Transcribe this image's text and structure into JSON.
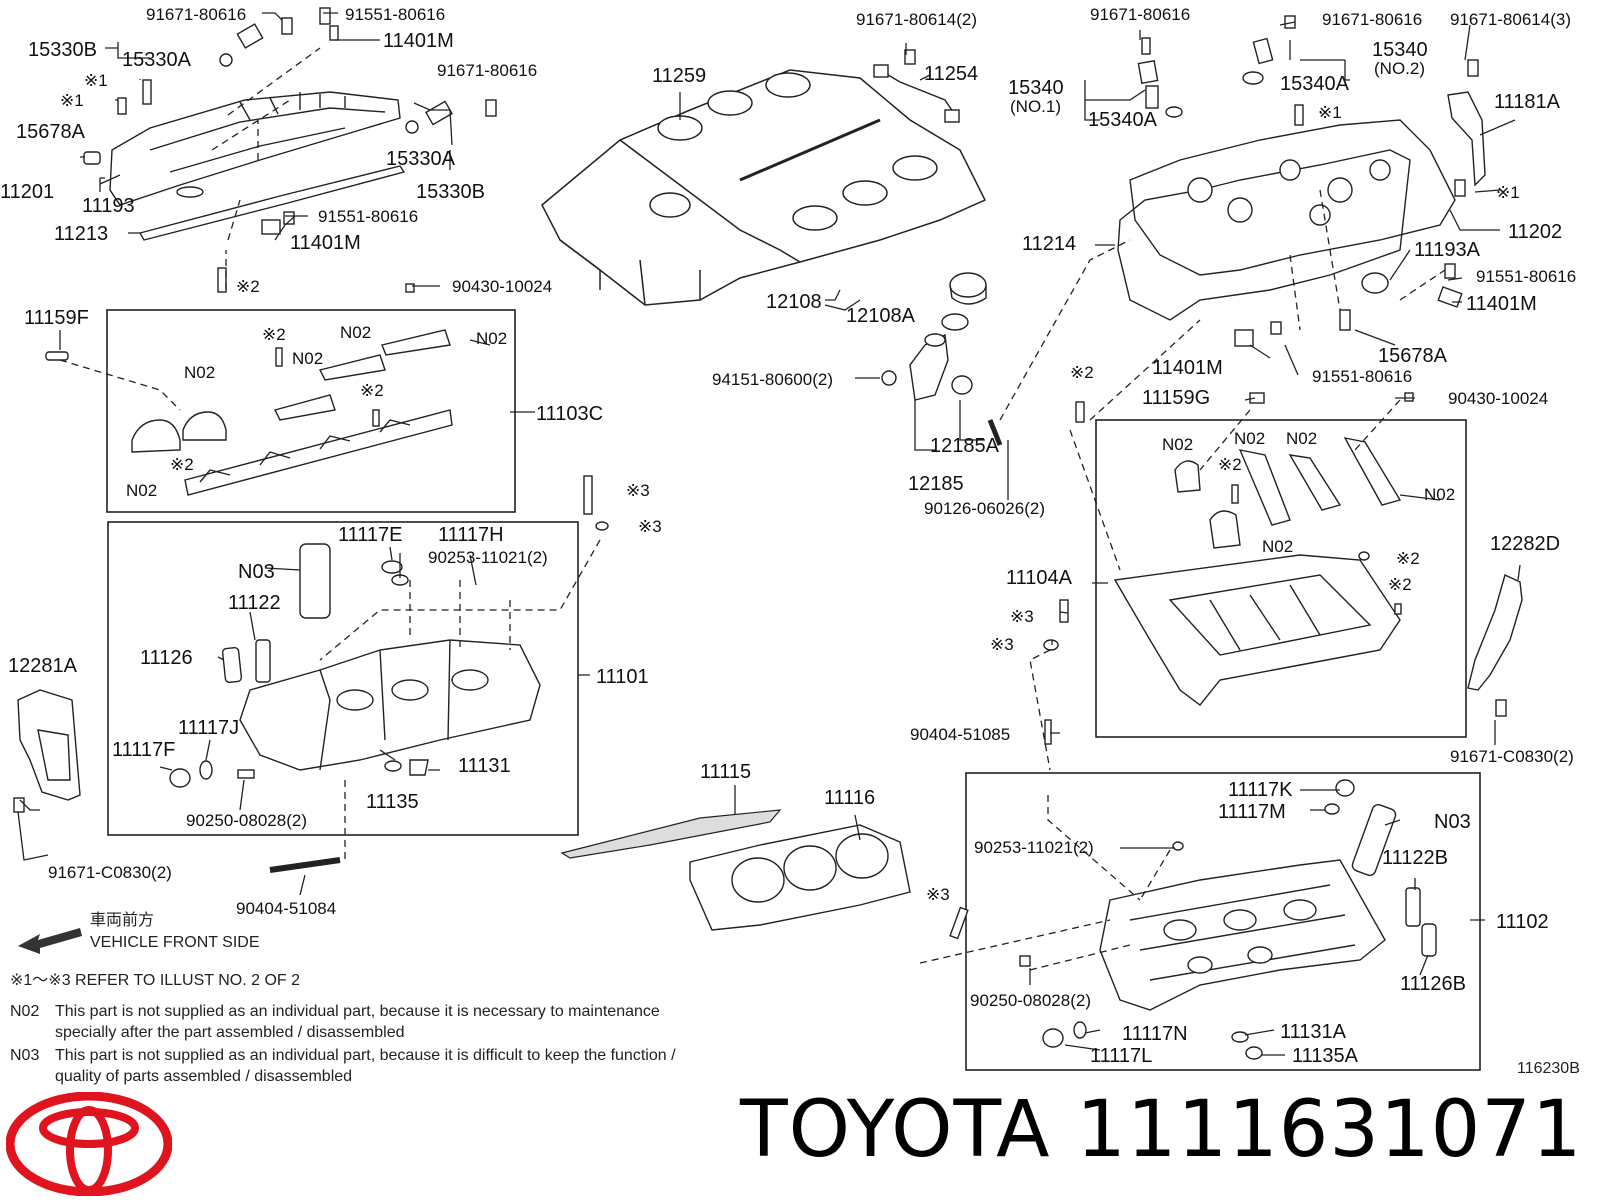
{
  "brand": {
    "name": "TOYOTA",
    "part_number": "1111631071"
  },
  "diagram_code": "116230B",
  "vehicle_front": {
    "jp": "車両前方",
    "en": "VEHICLE FRONT SIDE"
  },
  "notes": {
    "refer": "※1～※3  REFER TO ILLUST NO. 2 OF 2",
    "n02_label": "N02",
    "n02_line1": "This part is not supplied as an individual part, because it is necessary to maintenance",
    "n02_line2": "specially after the part assembled / disassembled",
    "n03_label": "N03",
    "n03_line1": "This part is not supplied as an individual part, because it is difficult to keep the function /",
    "n03_line2": "quality of parts  assembled / disassembled"
  },
  "labels": {
    "l1": "91671-80616",
    "l2": "91551-80616",
    "l3": "15330B",
    "l4": "15330A",
    "l5": "11401M",
    "l6": "※1",
    "l7": "91671-80616",
    "l8": "※1",
    "l9": "15678A",
    "l10": "15330A",
    "l11": "11201",
    "l12": "11193",
    "l13": "15330B",
    "l14": "91551-80616",
    "l15": "11213",
    "l16": "11401M",
    "l17": "※2",
    "l18": "90430-10024",
    "l19": "11159F",
    "l20": "N02",
    "l21": "※2",
    "l22": "N02",
    "l23": "N02",
    "l24": "N02",
    "l25": "11103C",
    "l26": "※2",
    "l27": "※2",
    "l28": "N02",
    "l29": "※3",
    "l30": "※3",
    "l31": "11117E",
    "l32": "11117H",
    "l33": "90253-11021(2)",
    "l34": "N03",
    "l35": "11122",
    "l36": "11126",
    "l37": "11101",
    "l38": "12281A",
    "l39": "11117J",
    "l40": "11117F",
    "l41": "11131",
    "l42": "11135",
    "l43": "90250-08028(2)",
    "l44": "91671-C0830(2)",
    "l45": "90404-51084",
    "l46": "91671-80614(2)",
    "l47": "11259",
    "l48": "11254",
    "l49": "12108",
    "l50": "12108A",
    "l51": "94151-80600(2)",
    "l52": "12185A",
    "l53": "12185",
    "l54": "90126-06026(2)",
    "l55": "11115",
    "l56": "11116",
    "l57": "91671-80616",
    "l58": "91671-80616",
    "l59": "91671-80614(3)",
    "l60": "15340",
    "l61": "(NO.2)",
    "l62": "15340",
    "l63": "(NO.1)",
    "l64": "15340A",
    "l65": "15340A",
    "l66": "※1",
    "l67": "11181A",
    "l68": "※1",
    "l69": "11202",
    "l70": "11214",
    "l71": "11193A",
    "l72": "91551-80616",
    "l73": "11401M",
    "l74": "15678A",
    "l75": "11401M",
    "l76": "91551-80616",
    "l77": "※2",
    "l78": "11159G",
    "l79": "90430-10024",
    "l80": "N02",
    "l81": "N02",
    "l82": "N02",
    "l83": "※2",
    "l84": "N02",
    "l85": "N02",
    "l86": "※2",
    "l87": "11104A",
    "l88": "※2",
    "l89": "※3",
    "l90": "※3",
    "l91": "12282D",
    "l92": "91671-C0830(2)",
    "l93": "90404-51085",
    "l94": "11117K",
    "l95": "11117M",
    "l96": "N03",
    "l97": "90253-11021(2)",
    "l98": "11122B",
    "l99": "※3",
    "l100": "11102",
    "l101": "11126B",
    "l102": "90250-08028(2)",
    "l103": "11117N",
    "l104": "11131A",
    "l105": "11117L",
    "l106": "11135A"
  }
}
